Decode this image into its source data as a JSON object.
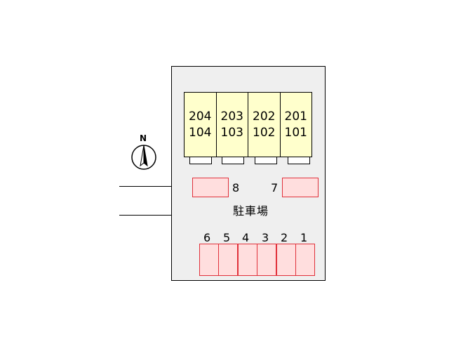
{
  "compass": {
    "label": "N",
    "icon": "north-arrow-icon"
  },
  "building": {
    "units": [
      {
        "upper": "204",
        "lower": "104"
      },
      {
        "upper": "203",
        "lower": "103"
      },
      {
        "upper": "202",
        "lower": "102"
      },
      {
        "upper": "201",
        "lower": "101"
      }
    ]
  },
  "parking": {
    "title": "駐車場",
    "space_8": "8",
    "space_7": "7",
    "row_spaces": [
      "6",
      "5",
      "4",
      "3",
      "2",
      "1"
    ]
  },
  "colors": {
    "lot": "#efefef",
    "building": "#ffffcc",
    "space_fill": "#ffdede",
    "space_border": "#e0303a"
  }
}
